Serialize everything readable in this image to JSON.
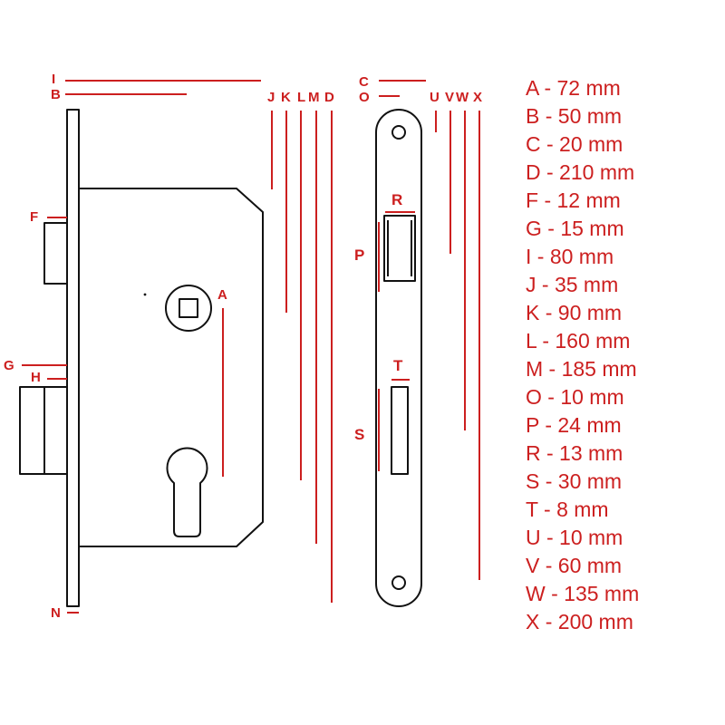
{
  "colors": {
    "outline": "#111111",
    "dimension": "#cc1f1f",
    "background": "#ffffff"
  },
  "labels": {
    "I": "I",
    "B": "B",
    "F": "F",
    "G": "G",
    "H": "H",
    "N": "N",
    "J": "J",
    "K": "K",
    "L": "L",
    "M": "M",
    "D": "D",
    "A": "A",
    "C": "C",
    "O": "O",
    "U": "U",
    "V": "V",
    "W": "W",
    "X": "X",
    "R": "R",
    "P": "P",
    "T": "T",
    "S": "S"
  },
  "legend": [
    {
      "letter": "A",
      "text": "A - 72 mm"
    },
    {
      "letter": "B",
      "text": "B - 50 mm"
    },
    {
      "letter": "C",
      "text": "C - 20 mm"
    },
    {
      "letter": "D",
      "text": "D - 210 mm"
    },
    {
      "letter": "F",
      "text": "F - 12 mm"
    },
    {
      "letter": "G",
      "text": "G - 15 mm"
    },
    {
      "letter": "I",
      "text": "I - 80 mm"
    },
    {
      "letter": "J",
      "text": "J - 35 mm"
    },
    {
      "letter": "K",
      "text": "K - 90 mm"
    },
    {
      "letter": "L",
      "text": "L - 160 mm"
    },
    {
      "letter": "M",
      "text": "M - 185 mm"
    },
    {
      "letter": "O",
      "text": "O - 10 mm"
    },
    {
      "letter": "P",
      "text": "P - 24 mm"
    },
    {
      "letter": "R",
      "text": "R - 13 mm"
    },
    {
      "letter": "S",
      "text": "S - 30 mm"
    },
    {
      "letter": "T",
      "text": "T - 8 mm"
    },
    {
      "letter": "U",
      "text": "U - 10 mm"
    },
    {
      "letter": "V",
      "text": "V - 60 mm"
    },
    {
      "letter": "W",
      "text": "W - 135 mm"
    },
    {
      "letter": "X",
      "text": "X - 200 mm"
    }
  ]
}
